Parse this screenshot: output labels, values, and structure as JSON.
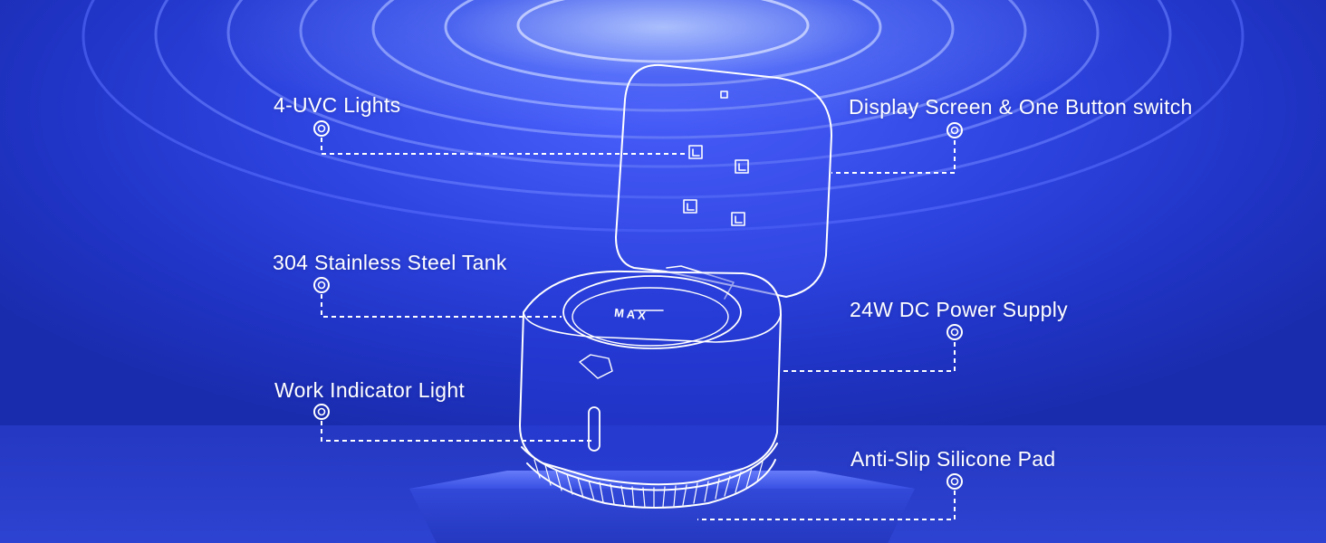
{
  "callouts": {
    "uvc_lights": "4-UVC Lights",
    "display_screen": "Display Screen & One Button switch",
    "steel_tank": "304 Stainless Steel Tank",
    "power_supply": "24W DC Power Supply",
    "indicator_light": "Work Indicator Light",
    "silicone_pad": "Anti-Slip Silicone Pad"
  },
  "product": {
    "tank_marking": "MAX"
  },
  "colors": {
    "background": "#2034c6",
    "highlight": "#4c62ff",
    "line": "#ffffff"
  },
  "icons": {
    "callout_marker": "target-ring-icon",
    "uv_light": "uv-lamp-icon"
  }
}
